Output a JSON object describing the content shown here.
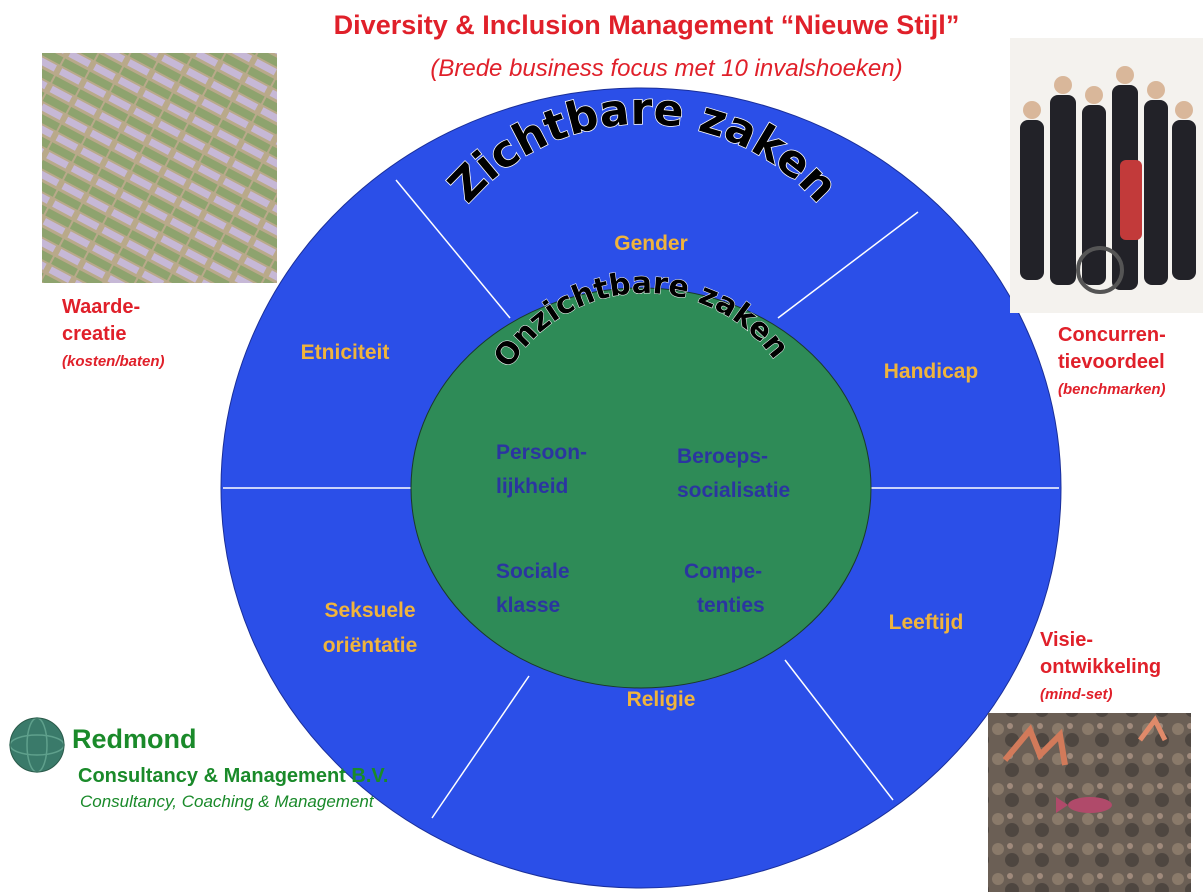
{
  "header": {
    "title": "Diversity & Inclusion Management “Nieuwe Stijl”",
    "subtitle": "(Brede business focus met 10 invalshoeken)"
  },
  "outer_ring": {
    "arc_title": "Zichtbare zaken",
    "segments": [
      "Gender",
      "Handicap",
      "Leeftijd",
      "Religie",
      "Seksuele",
      "oriëntatie",
      "Etniciteit"
    ]
  },
  "inner_circle": {
    "arc_title": "Onzichtbare zaken",
    "items": [
      "Persoon-",
      "lijkheid",
      "Beroeps-",
      "socialisatie",
      "Sociale",
      "klasse",
      "Compe-",
      "tenties"
    ]
  },
  "corners": {
    "top_left": {
      "line1": "Waarde-",
      "line2": "creatie",
      "sub": "(kosten/baten)",
      "image": "euro-banknotes-photo"
    },
    "top_right": {
      "line1": "Concurren-",
      "line2": "tievoordeel",
      "sub": "(benchmarken)",
      "image": "business-people-group-photo"
    },
    "bottom_right": {
      "line1": "Visie-",
      "line2": "ontwikkeling",
      "sub": "(mind-set)",
      "image": "coral-reef-fish-photo"
    }
  },
  "company": {
    "name": "Redmond",
    "full_name": "Consultancy & Management B.V.",
    "tagline": "Consultancy, Coaching & Management",
    "logo": "globe-logo"
  },
  "colors": {
    "outer_blue": "#2b4fe8",
    "inner_green": "#2e8b57",
    "segment_text": "#f0b43c",
    "inner_text": "#2b35a0",
    "accent_red": "#e0202a",
    "company_green": "#1a8a2a"
  }
}
